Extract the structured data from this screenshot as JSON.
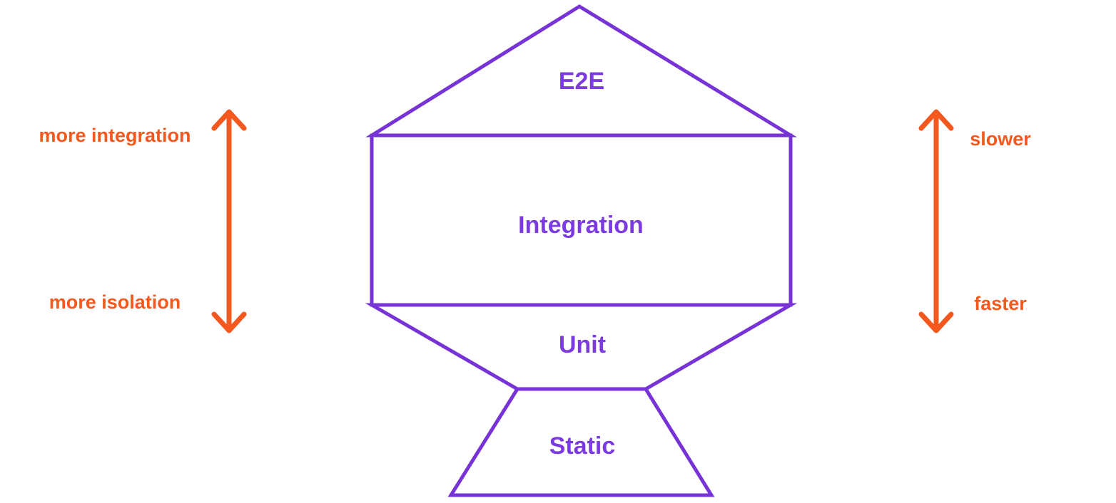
{
  "colors": {
    "purple": "#7733D6",
    "purple-text": "#7C3BE0",
    "orange": "#F4581E"
  },
  "trophy": {
    "levels": [
      {
        "label": "E2E"
      },
      {
        "label": "Integration"
      },
      {
        "label": "Unit"
      },
      {
        "label": "Static"
      }
    ]
  },
  "left_axis": {
    "top_label": "more integration",
    "bottom_label": "more isolation"
  },
  "right_axis": {
    "top_label": "slower",
    "bottom_label": "faster"
  }
}
